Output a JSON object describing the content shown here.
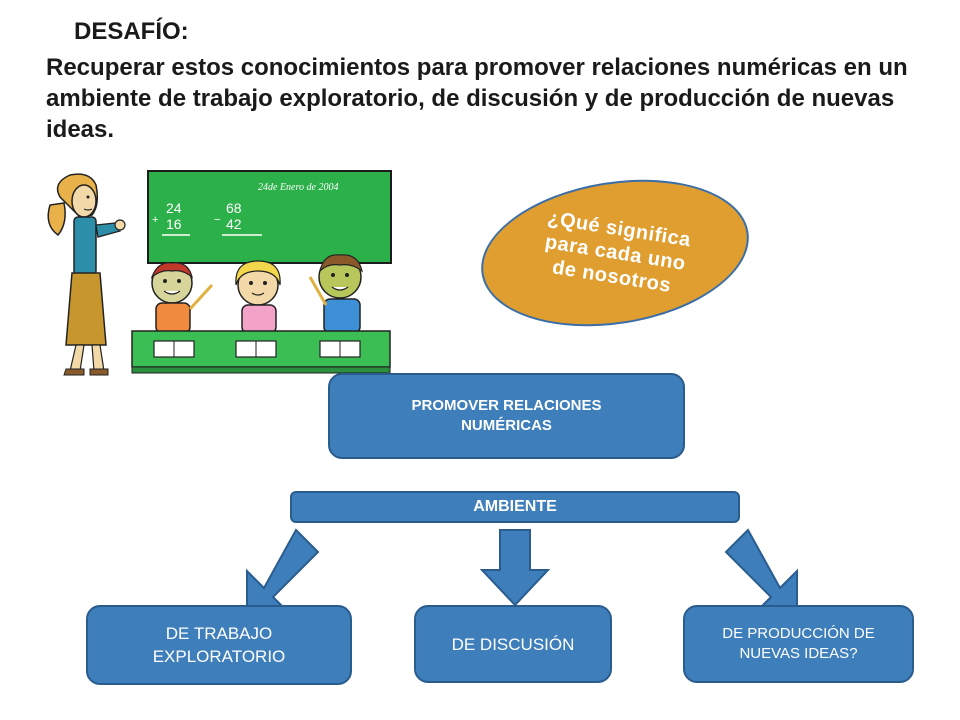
{
  "title": {
    "heading": "DESAFÍO:",
    "subtitle": "Recuperar estos conocimientos para promover relaciones numéricas en un ambiente de trabajo exploratorio, de discusión y de producción de nuevas ideas."
  },
  "illustration": {
    "board_date": "24de Enero de 2004",
    "sum_a": "24",
    "sum_b": "16",
    "sum_op": "+",
    "diff_a": "68",
    "diff_b": "42",
    "diff_op": "−"
  },
  "question": {
    "text": "¿Qué significa\npara cada uno\nde nosotros"
  },
  "diagram": {
    "main_box": "PROMOVER RELACIONES NUMÉRICAS",
    "ambient_bar": "AMBIENTE",
    "option_1": "DE TRABAJO EXPLORATORIO",
    "option_2": "DE DISCUSIÓN",
    "option_3": "DE PRODUCCIÓN DE NUEVAS IDEAS?"
  },
  "colors": {
    "box_blue": "#3d7ebb",
    "bubble_orange": "#e09e30",
    "board_green": "#2bb04a"
  }
}
